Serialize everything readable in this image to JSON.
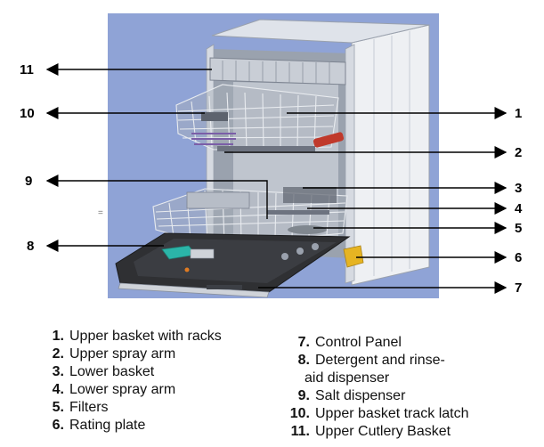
{
  "figure": {
    "stray_mark": "=",
    "callouts": {
      "n1": "1",
      "n2": "2",
      "n3": "3",
      "n4": "4",
      "n5": "5",
      "n6": "6",
      "n7": "7",
      "n8": "8",
      "n9": "9",
      "n10": "10",
      "n11": "11"
    }
  },
  "legend_left": [
    {
      "num": "1.",
      "text": "Upper basket with racks"
    },
    {
      "num": "2.",
      "text": "Upper spray arm"
    },
    {
      "num": "3.",
      "text": "Lower basket"
    },
    {
      "num": "4.",
      "text": "Lower spray arm"
    },
    {
      "num": "5.",
      "text": "Filters"
    },
    {
      "num": "6.",
      "text": "Rating plate"
    }
  ],
  "legend_right": [
    {
      "num": "7.",
      "text": "Control Panel"
    },
    {
      "num": "8.",
      "text": "Detergent and rinse-",
      "text2": "aid dispenser"
    },
    {
      "num": "9.",
      "text": "Salt dispenser"
    },
    {
      "num": "10.",
      "text": "Upper basket track latch"
    },
    {
      "num": "11.",
      "text": "Upper Cutlery Basket"
    }
  ],
  "colors": {
    "background_panel": "#8fa3d6",
    "body_light": "#dfe3ea",
    "body_mid": "#b9c0cc",
    "body_dark": "#6b7280",
    "door": "#2f3033",
    "red_handle": "#c0392b",
    "teal_dispenser": "#2bb5a8",
    "yellow_part": "#e6b422",
    "arrow": "#000000"
  }
}
